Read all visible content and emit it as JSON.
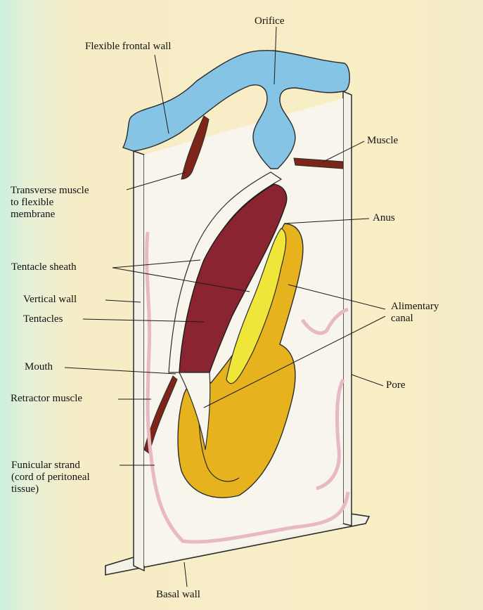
{
  "labels": {
    "orifice": "Orifice",
    "flexible_frontal_wall": "Flexible frontal wall",
    "muscle": "Muscle",
    "transverse_muscle": [
      "Transverse muscle",
      "to flexible",
      "membrane"
    ],
    "anus": "Anus",
    "tentacle_sheath": "Tentacle sheath",
    "vertical_wall": "Vertical wall",
    "alimentary_canal": [
      "Alimentary",
      "canal"
    ],
    "tentacles": "Tentacles",
    "mouth": "Mouth",
    "pore": "Pore",
    "retractor_muscle": "Retractor muscle",
    "funicular_strand": [
      "Funicular strand",
      "(cord of peritoneal",
      "tissue)"
    ],
    "basal_wall": "Basal wall"
  },
  "colors": {
    "frontal_wall": "#86c4e6",
    "muscle": "#7d2518",
    "tentacles": "#8a2430",
    "gut_outer": "#e6b21e",
    "gut_inner": "#f0e63a",
    "funicular": "#e8b8c4",
    "outline": "#2b2b2b"
  }
}
